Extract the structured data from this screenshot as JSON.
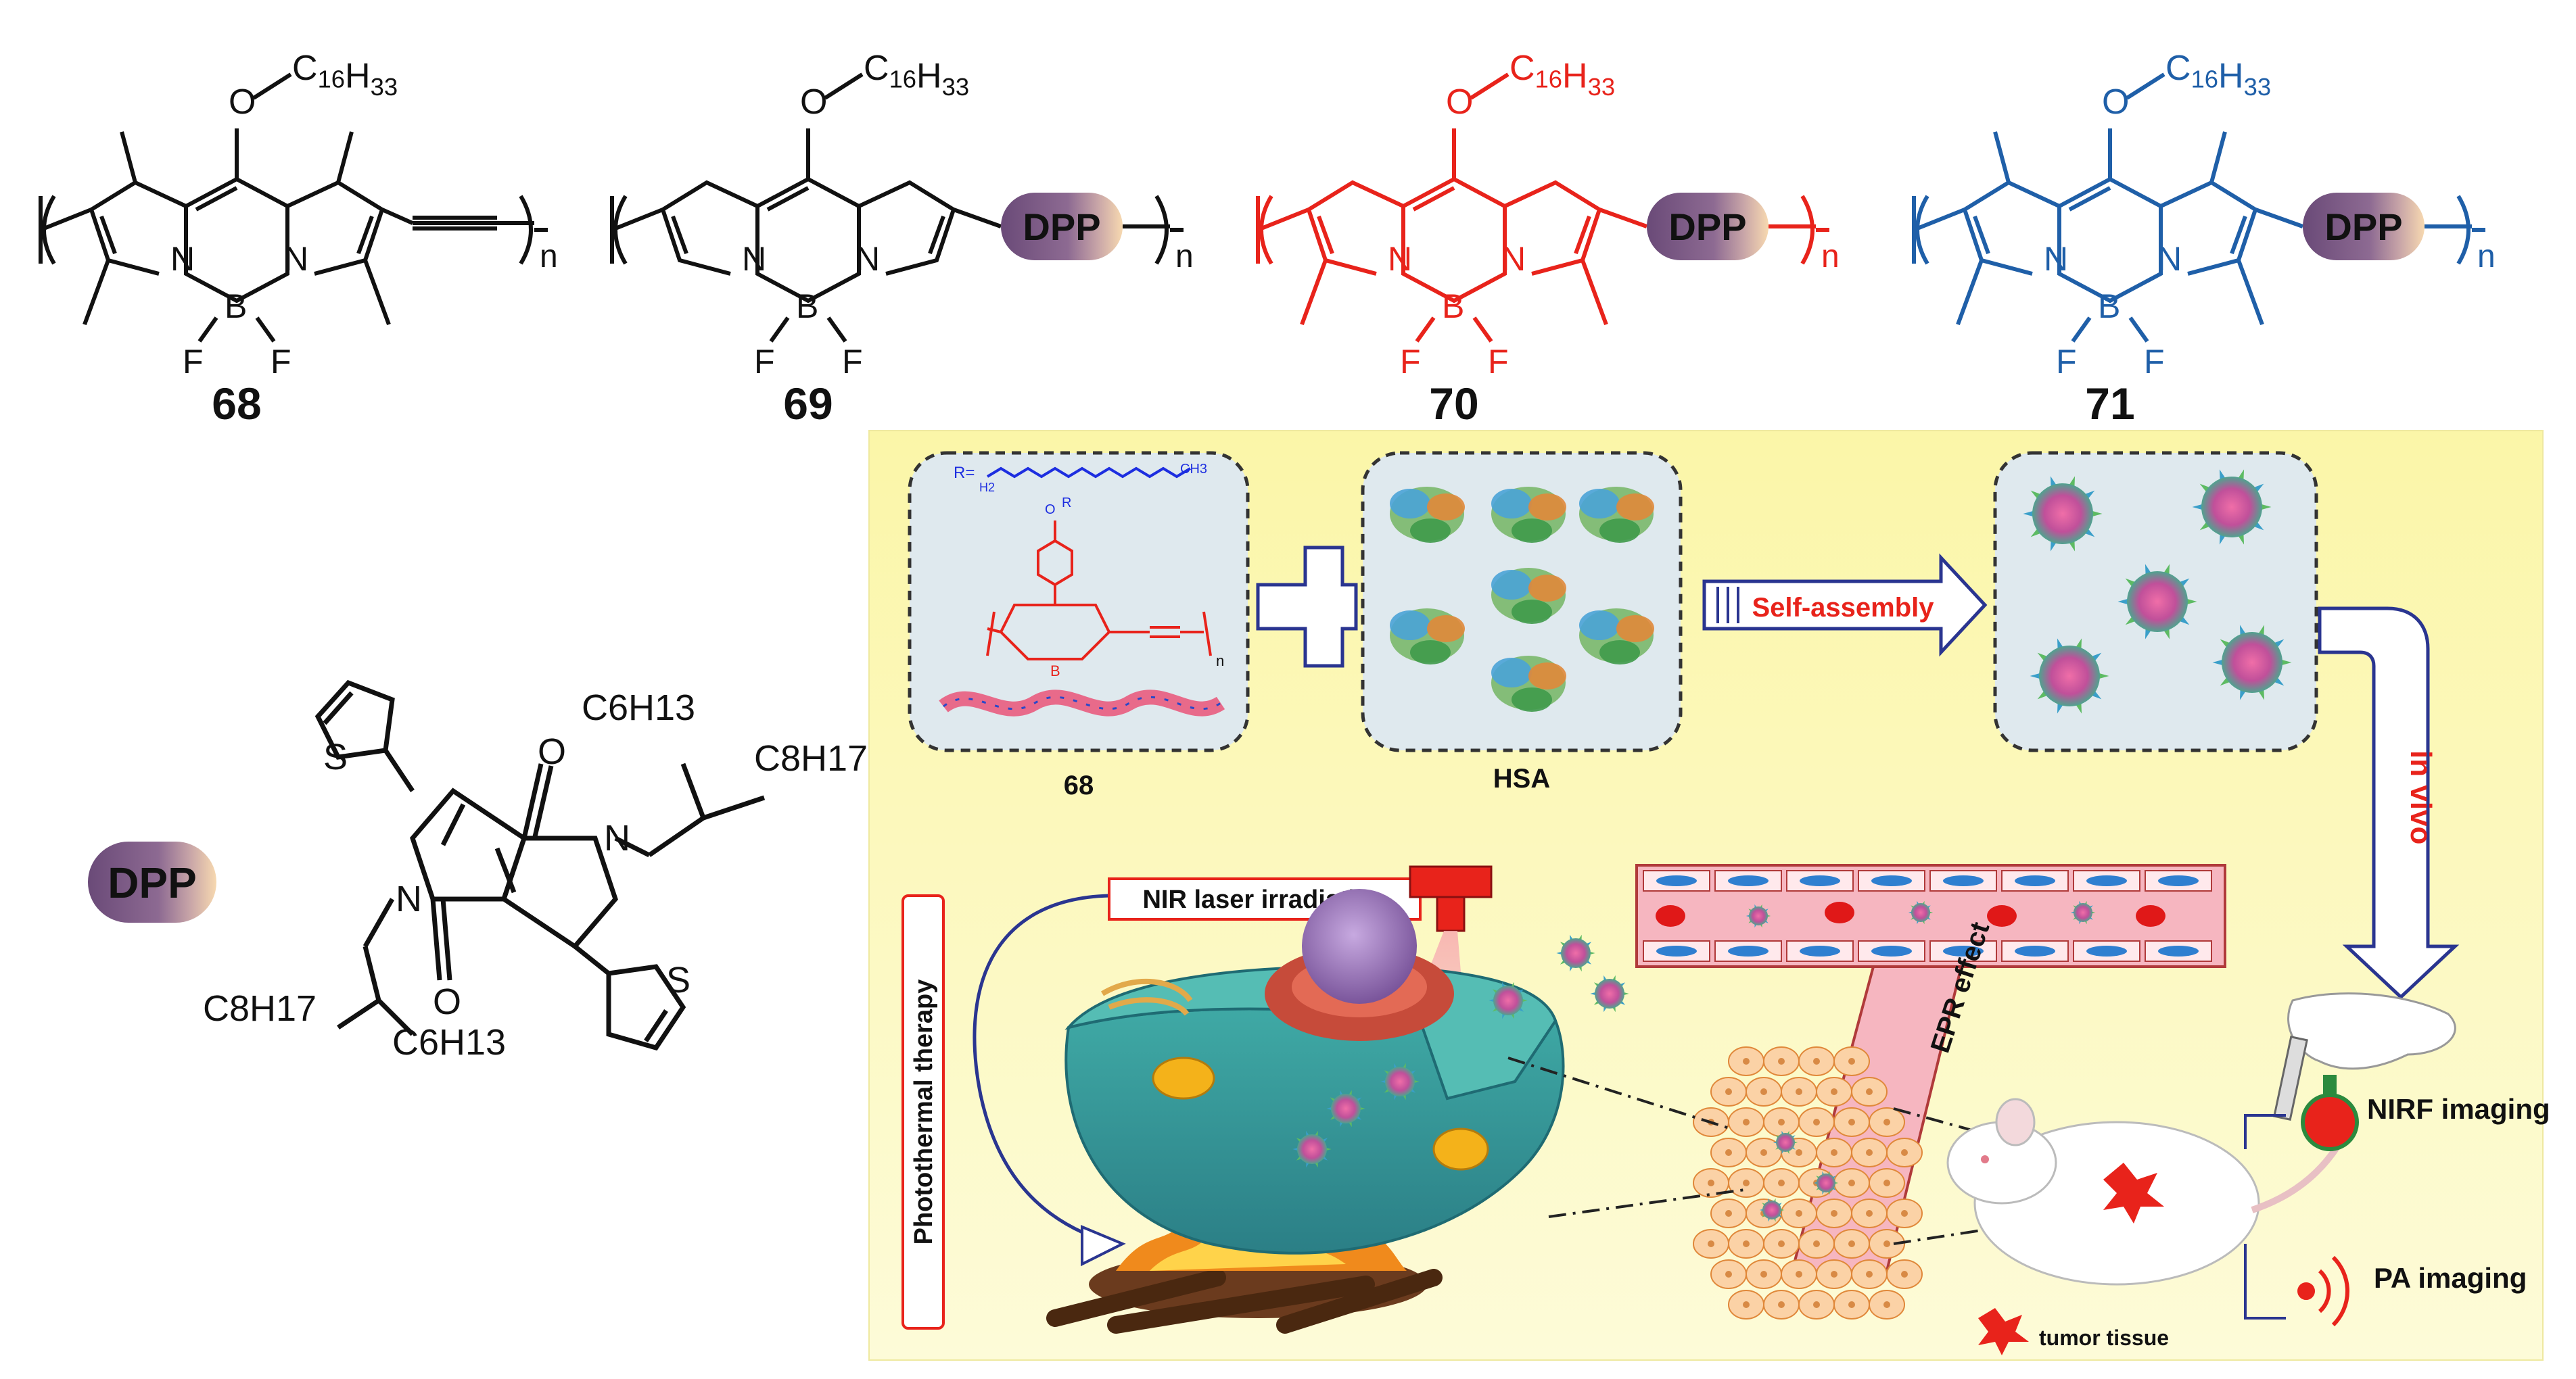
{
  "compounds": [
    {
      "number": "68",
      "alkoxy_o": "O",
      "alkyl_sub": "C16H33",
      "end_group": "",
      "repeat": "n",
      "color": "#111111"
    },
    {
      "number": "69",
      "alkoxy_o": "O",
      "alkyl_sub": "C16H33",
      "end_group": "DPP",
      "repeat": "n",
      "color": "#111111"
    },
    {
      "number": "70",
      "alkoxy_o": "O",
      "alkyl_sub": "C16H33",
      "end_group": "DPP",
      "repeat": "n",
      "color": "#e8231b"
    },
    {
      "number": "71",
      "alkoxy_o": "O",
      "alkyl_sub": "C16H33",
      "end_group": "DPP",
      "repeat": "n",
      "color": "#1f5fa8"
    }
  ],
  "bodipy_atoms": {
    "n_left": "N",
    "n_right": "N",
    "boron": "B",
    "f_left": "F",
    "f_right": "F"
  },
  "dpp_legend": {
    "badge": "DPP",
    "chains": [
      "C6H13",
      "C8H17",
      "C8H17",
      "C6H13"
    ],
    "oxygens": [
      "O",
      "O"
    ],
    "nitrogens": [
      "N",
      "N"
    ],
    "sulfurs": [
      "S",
      "S"
    ]
  },
  "scheme": {
    "inset_r_label": "R=",
    "inset_ch2_label": "H2",
    "inset_ch3_label": "CH3",
    "inset_o_label": "O",
    "inset_r2_label": "R",
    "inset_n_label": "n",
    "polymer_label": "68",
    "protein_label": "HSA",
    "self_assembly": "Self-assembly",
    "in_vivo": "in vivo",
    "nir_laser": "NIR laser irradiation",
    "photothermal": "Photothermal therapy",
    "epr": "EPR effect",
    "nirf": "NIRF imaging",
    "pa": "PA imaging",
    "tumor": "tumor tissue"
  },
  "colors": {
    "black": "#111111",
    "red": "#e8231b",
    "blue": "#1f5fa8",
    "panel": "#fbf7b6",
    "dpp_badge": "#7b5a86"
  }
}
